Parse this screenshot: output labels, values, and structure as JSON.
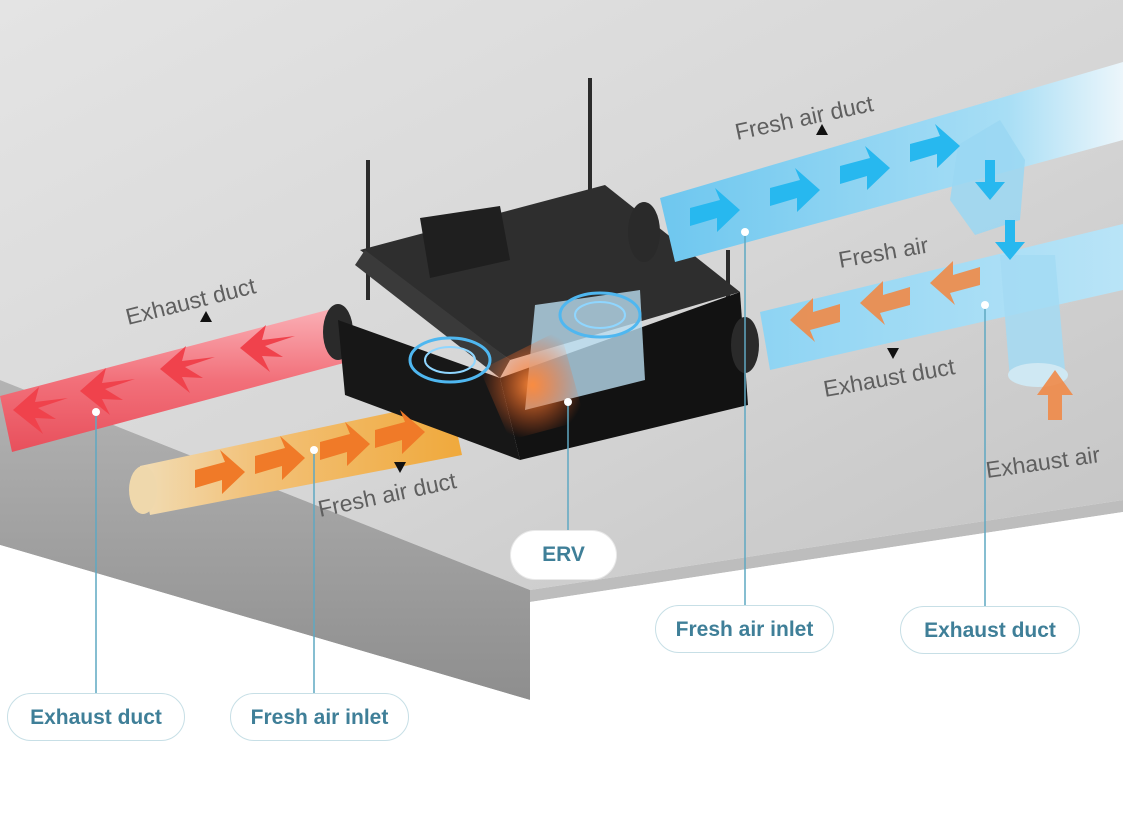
{
  "duct_labels": {
    "exhaust_duct_left": "Exhaust duct",
    "fresh_air_duct_left": "Fresh air duct",
    "fresh_air_duct_right": "Fresh air duct",
    "fresh_air": "Fresh air",
    "exhaust_duct_right": "Exhaust duct",
    "exhaust_air": "Exhaust air"
  },
  "callouts": {
    "erv": "ERV",
    "exhaust_duct_left": "Exhaust duct",
    "fresh_air_inlet_left": "Fresh air inlet",
    "fresh_air_inlet_right": "Fresh air inlet",
    "exhaust_duct_right": "Exhaust duct"
  },
  "colors": {
    "exhaust_duct": "#f56a73",
    "fresh_air_inlet_duct": "#f3b55a",
    "fresh_air_duct": "#7fd0f1",
    "arrow_exhaust": "#f0424c",
    "arrow_inlet": "#f07a28",
    "arrow_fresh": "#27b8ef",
    "leader_line": "#5fa8c2",
    "label_text": "#3f7f98"
  },
  "icons": [
    "flow-arrow-icon",
    "pointer-triangle-icon",
    "fan-swirl-icon"
  ]
}
